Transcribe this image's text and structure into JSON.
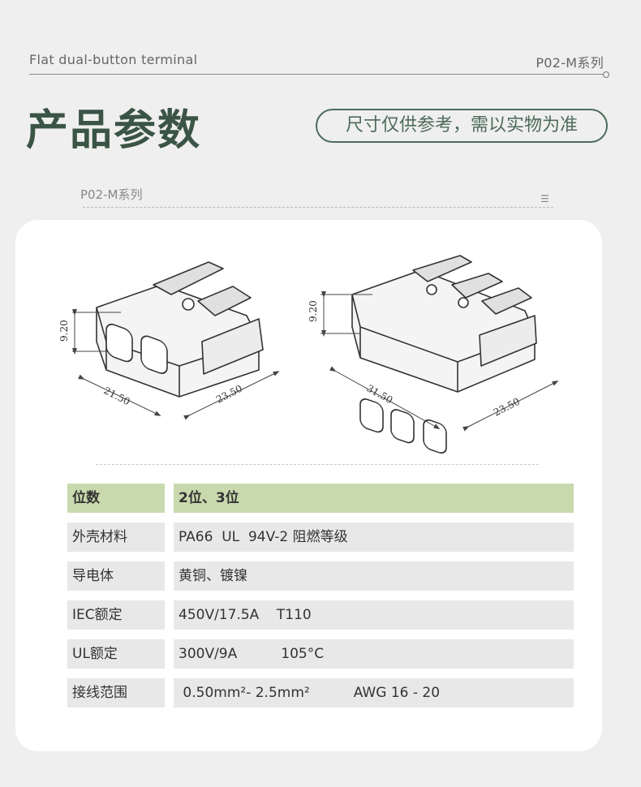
{
  "header": {
    "subtitle_en": "Flat dual-button terminal",
    "series_code": "P02-M系列",
    "title": "产品参数",
    "note": "尺寸仅供参考，需以实物为准",
    "sub_series": "P02-M系列",
    "menu_icon": "menu-lines-icon"
  },
  "dimensions": {
    "two_pole": {
      "height": "9.20",
      "length": "21.50",
      "depth": "23.50"
    },
    "three_pole": {
      "height": "9.20",
      "length": "31.50",
      "depth": "23.50"
    }
  },
  "specs": [
    {
      "label": "位数",
      "value": "2位、3位"
    },
    {
      "label": "外壳材料",
      "value": "PA66  UL  94V-2 阻燃等级"
    },
    {
      "label": "导电体",
      "value": "黄铜、镀镍"
    },
    {
      "label": "IEC额定",
      "value": "450V/17.5A    T110"
    },
    {
      "label": "UL额定",
      "value": "300V/9A          105°C"
    },
    {
      "label": "接线范围",
      "value": " 0.50mm²- 2.5mm²          AWG 16 - 20"
    }
  ],
  "colors": {
    "accent": "#3a5446",
    "header_row": "#c9d9ae",
    "row": "#e8e8e8"
  }
}
